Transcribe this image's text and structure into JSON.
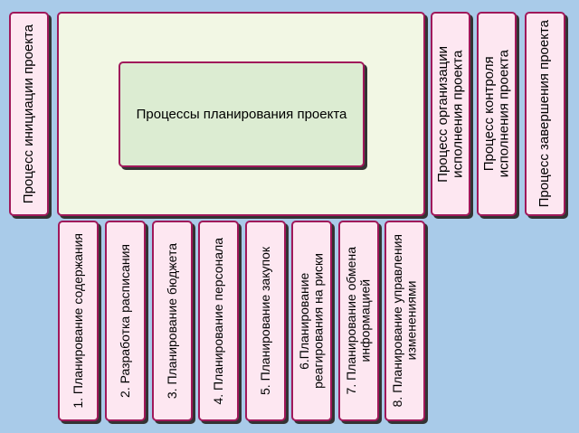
{
  "initiation": {
    "label": "Процесс инициации проекта"
  },
  "planning": {
    "label": "Процессы планирования проекта"
  },
  "organization": {
    "label": "Процесс организации\nисполнения проекта"
  },
  "control": {
    "label": "Процесс контроля\nисполнения проекта"
  },
  "completion": {
    "label": "Процесс завершения проекта"
  },
  "subprocesses": [
    {
      "label": "1. Планирование содержания"
    },
    {
      "label": "2. Разработка расписания"
    },
    {
      "label": "3. Планирование бюджета"
    },
    {
      "label": "4. Планирование персонала"
    },
    {
      "label": "5. Планирование закупок"
    },
    {
      "label": "6.Планирование\nреагирования на риски"
    },
    {
      "label": "7. Планирование обмена\nинформацией"
    },
    {
      "label": "8. Планирование управления\nизменениями"
    }
  ],
  "colors": {
    "background": "#a9cbe9",
    "border": "#a0185a",
    "box_fill": "#fde7f1",
    "planning_fill": "#f2f7e4",
    "planning_inner_fill": "#dcecd2"
  }
}
